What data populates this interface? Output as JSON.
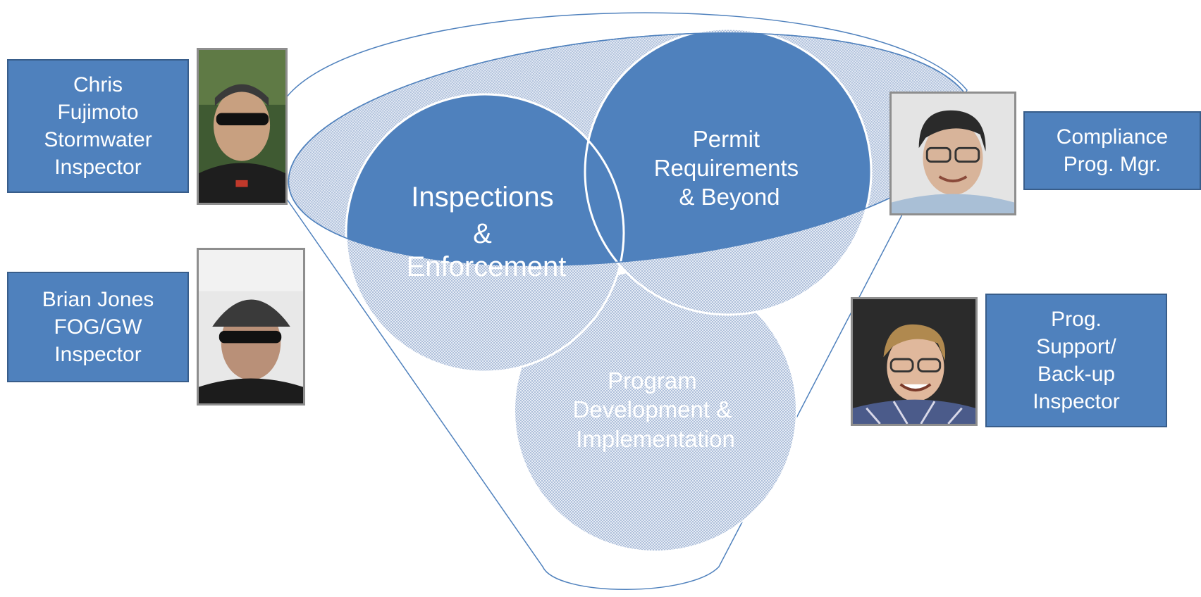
{
  "diagram": {
    "circles": [
      {
        "id": "inspections",
        "lines": [
          "Inspections",
          "&",
          "Enforcement"
        ]
      },
      {
        "id": "permit",
        "lines": [
          "Permit",
          "Requirements",
          "& Beyond"
        ]
      },
      {
        "id": "program",
        "lines": [
          "Program",
          "Development &",
          "Implementation"
        ]
      }
    ]
  },
  "staff": [
    {
      "label_lines": [
        "Chris",
        "Fujimoto",
        "Stormwater",
        "Inspector"
      ],
      "photo": "man-sunglasses-photo"
    },
    {
      "label_lines": [
        "Brian Jones",
        "FOG/GW",
        "Inspector"
      ],
      "photo": "man-cap-sunglasses-photo"
    },
    {
      "label_lines": [
        "Compliance",
        "Prog. Mgr."
      ],
      "photo": "woman-glasses-photo"
    },
    {
      "label_lines": [
        "Prog.",
        "Support/",
        "Back-up",
        "Inspector"
      ],
      "photo": "woman-glasses-smiling-photo"
    }
  ],
  "colors": {
    "accent": "#4f81bd",
    "accent_border": "#385d8a",
    "pattern_light": "#c6d4e8",
    "line": "#4f81bd"
  }
}
